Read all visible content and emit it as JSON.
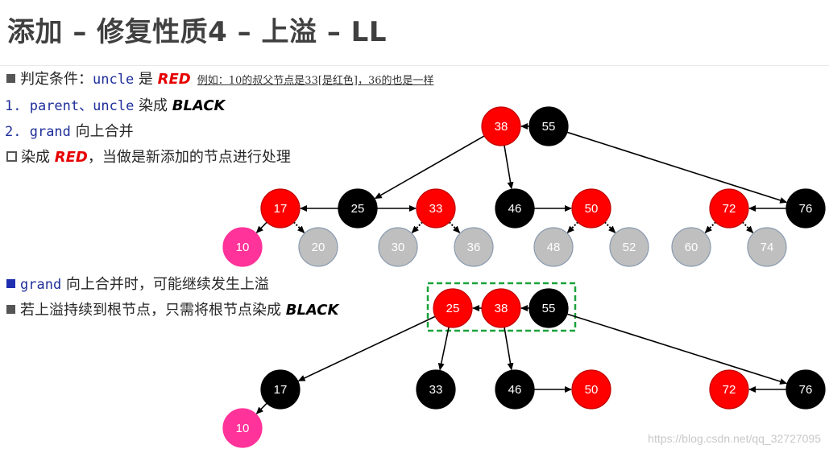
{
  "title": "添加 – 修复性质4 – 上溢 – LL",
  "section1": {
    "condition_prefix": "判定条件：",
    "condition_code": "uncle",
    "condition_is": " 是 ",
    "condition_red": "RED",
    "condition_note": "例如：10的叔父节点是33[是红色]，36的也是一样",
    "step1_num": "1. ",
    "step1_code": "parent、uncle",
    "step1_text": " 染成 ",
    "step1_black": "BLACK",
    "step2_num": "2. ",
    "step2_code": "grand",
    "step2_text": " 向上合并",
    "step3_prefix": "染成 ",
    "step3_red": "RED",
    "step3_text": "，当做是新添加的节点进行处理"
  },
  "section2": {
    "line1_code": "grand",
    "line1_text": " 向上合并时，可能继续发生上溢",
    "line2_text": "若上溢持续到根节点，只需将根节点染成 ",
    "line2_black": "BLACK"
  },
  "colors": {
    "red": "#ff0000",
    "black": "#000000",
    "pink": "#ff3399",
    "gray": "#bfbfbf",
    "highlight_box": "#1aa33b"
  },
  "diagram1": {
    "nodes": [
      {
        "id": "38",
        "label": "38",
        "color": "red"
      },
      {
        "id": "55",
        "label": "55",
        "color": "black"
      },
      {
        "id": "17",
        "label": "17",
        "color": "red"
      },
      {
        "id": "25",
        "label": "25",
        "color": "black"
      },
      {
        "id": "33",
        "label": "33",
        "color": "red"
      },
      {
        "id": "46",
        "label": "46",
        "color": "black"
      },
      {
        "id": "50",
        "label": "50",
        "color": "red"
      },
      {
        "id": "72",
        "label": "72",
        "color": "red"
      },
      {
        "id": "76",
        "label": "76",
        "color": "black"
      },
      {
        "id": "10",
        "label": "10",
        "color": "pink"
      },
      {
        "id": "20",
        "label": "20",
        "color": "gray"
      },
      {
        "id": "30",
        "label": "30",
        "color": "gray"
      },
      {
        "id": "36",
        "label": "36",
        "color": "gray"
      },
      {
        "id": "48",
        "label": "48",
        "color": "gray"
      },
      {
        "id": "52",
        "label": "52",
        "color": "gray"
      },
      {
        "id": "60",
        "label": "60",
        "color": "gray"
      },
      {
        "id": "74",
        "label": "74",
        "color": "gray"
      }
    ],
    "edges": [
      {
        "from": "55",
        "to": "38",
        "style": "solid"
      },
      {
        "from": "38",
        "to": "25",
        "style": "solid"
      },
      {
        "from": "38",
        "to": "46",
        "style": "solid"
      },
      {
        "from": "55",
        "to": "76",
        "style": "solid"
      },
      {
        "from": "25",
        "to": "17",
        "style": "solid"
      },
      {
        "from": "25",
        "to": "33",
        "style": "solid"
      },
      {
        "from": "46",
        "to": "50",
        "style": "solid"
      },
      {
        "from": "76",
        "to": "72",
        "style": "solid"
      },
      {
        "from": "17",
        "to": "10",
        "style": "solid"
      },
      {
        "from": "17",
        "to": "20",
        "style": "dotted"
      },
      {
        "from": "33",
        "to": "30",
        "style": "dotted"
      },
      {
        "from": "33",
        "to": "36",
        "style": "dotted"
      },
      {
        "from": "50",
        "to": "48",
        "style": "dotted"
      },
      {
        "from": "50",
        "to": "52",
        "style": "dotted"
      },
      {
        "from": "72",
        "to": "60",
        "style": "dotted"
      },
      {
        "from": "72",
        "to": "74",
        "style": "dotted"
      }
    ]
  },
  "diagram2": {
    "nodes": [
      {
        "id": "25",
        "label": "25",
        "color": "red"
      },
      {
        "id": "38",
        "label": "38",
        "color": "red"
      },
      {
        "id": "55",
        "label": "55",
        "color": "black"
      },
      {
        "id": "17",
        "label": "17",
        "color": "black"
      },
      {
        "id": "33",
        "label": "33",
        "color": "black"
      },
      {
        "id": "46",
        "label": "46",
        "color": "black"
      },
      {
        "id": "50",
        "label": "50",
        "color": "red"
      },
      {
        "id": "72",
        "label": "72",
        "color": "red"
      },
      {
        "id": "76",
        "label": "76",
        "color": "black"
      },
      {
        "id": "10",
        "label": "10",
        "color": "pink"
      }
    ],
    "edges": [
      {
        "from": "38",
        "to": "25",
        "style": "solid"
      },
      {
        "from": "55",
        "to": "38",
        "style": "solid"
      },
      {
        "from": "25",
        "to": "17",
        "style": "solid"
      },
      {
        "from": "25",
        "to": "33",
        "style": "solid"
      },
      {
        "from": "38",
        "to": "46",
        "style": "solid"
      },
      {
        "from": "46",
        "to": "50",
        "style": "solid"
      },
      {
        "from": "55",
        "to": "76",
        "style": "solid"
      },
      {
        "from": "76",
        "to": "72",
        "style": "solid"
      },
      {
        "from": "17",
        "to": "10",
        "style": "solid"
      }
    ]
  },
  "watermark": "https://blog.csdn.net/qq_32727095"
}
